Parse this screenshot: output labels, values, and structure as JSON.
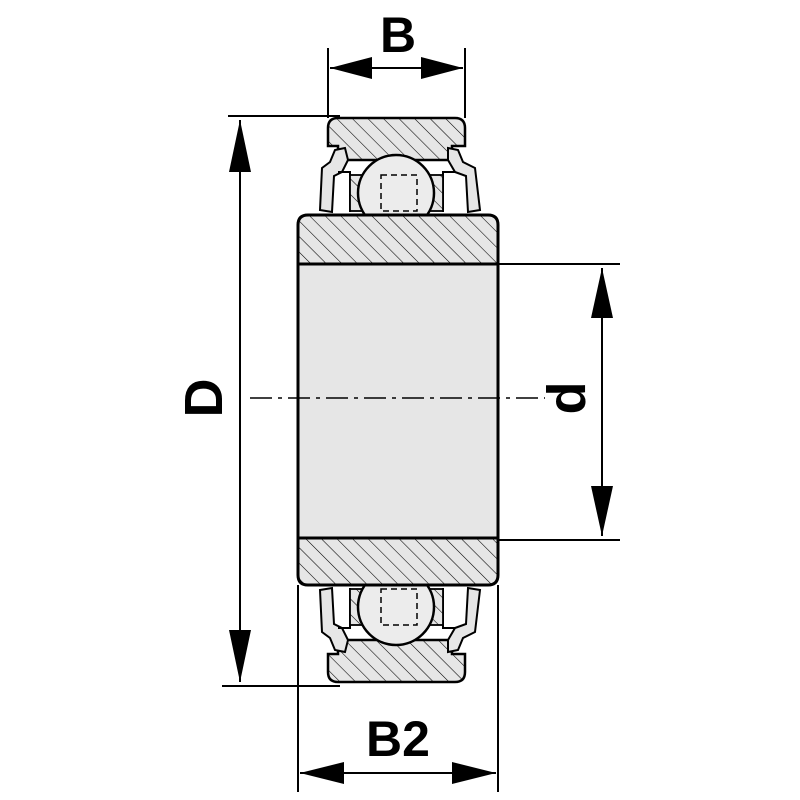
{
  "labels": {
    "outer_width": "B",
    "outer_diameter": "D",
    "bore_diameter": "d",
    "inner_width": "B2"
  },
  "colors": {
    "line": "#000000",
    "bore_fill": "#e6e6e6",
    "ring_fill": "#e6e6e6",
    "ball_fill": "#ececec",
    "background": "#ffffff"
  }
}
